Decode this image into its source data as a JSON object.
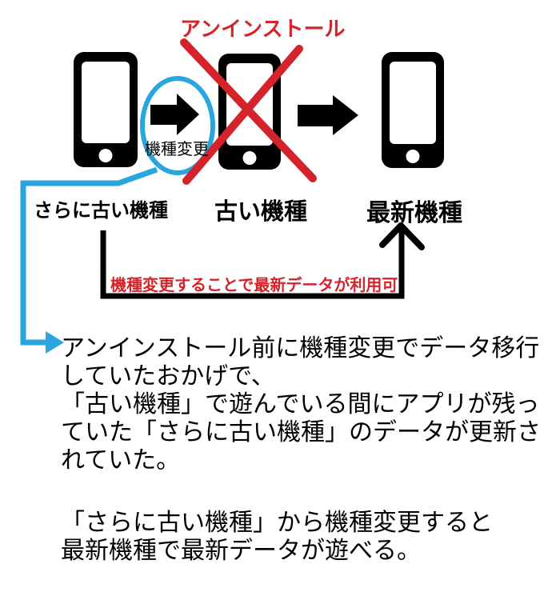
{
  "title": {
    "text": "アンインストール"
  },
  "colors": {
    "red": "#d4232b",
    "blue": "#2aa6df",
    "black": "#000000"
  },
  "diagram": {
    "phones": [
      {
        "label": "さらに古い機種"
      },
      {
        "label": "古い機種"
      },
      {
        "label": "最新機種"
      }
    ],
    "model_change_label": "機種変更",
    "bracket_caption": "機種変更することで最新データが利用可"
  },
  "notes": {
    "p1": [
      "アンインストール前に機種変更でデータ移行",
      "していたおかげで、",
      "「古い機種」で遊んでいる間にアプリが残っ",
      "ていた「さらに古い機種」のデータが更新さ",
      "れていた。"
    ],
    "p2": [
      "「さらに古い機種」から機種変更すると",
      "最新機種で最新データが遊べる。"
    ]
  }
}
